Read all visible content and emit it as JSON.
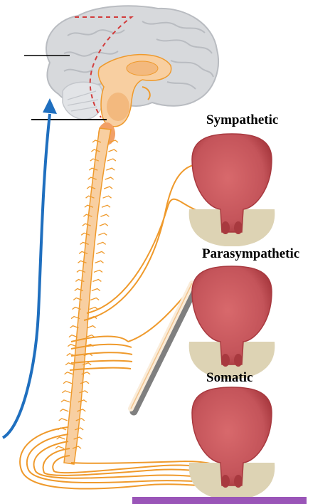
{
  "labels": {
    "sympathetic": "Sympathetic",
    "parasympathetic": "Parasympathetic",
    "somatic": "Somatic"
  },
  "colors": {
    "brain": "#d7d9dc",
    "brain_fold": "#b9bcc1",
    "spinal_cord": "#f8cfa1",
    "nerve": "#ef9a2c",
    "bladder": "#c8565a",
    "bladder_shade": "#a8393f",
    "pelvic_floor": "#ddd3b4",
    "arrow": "#1f6fbf",
    "dashed": "#d23c3c",
    "accent_bar": "#9a55b8"
  },
  "icons": {
    "ascending_arrow": "arrow-up-icon"
  }
}
